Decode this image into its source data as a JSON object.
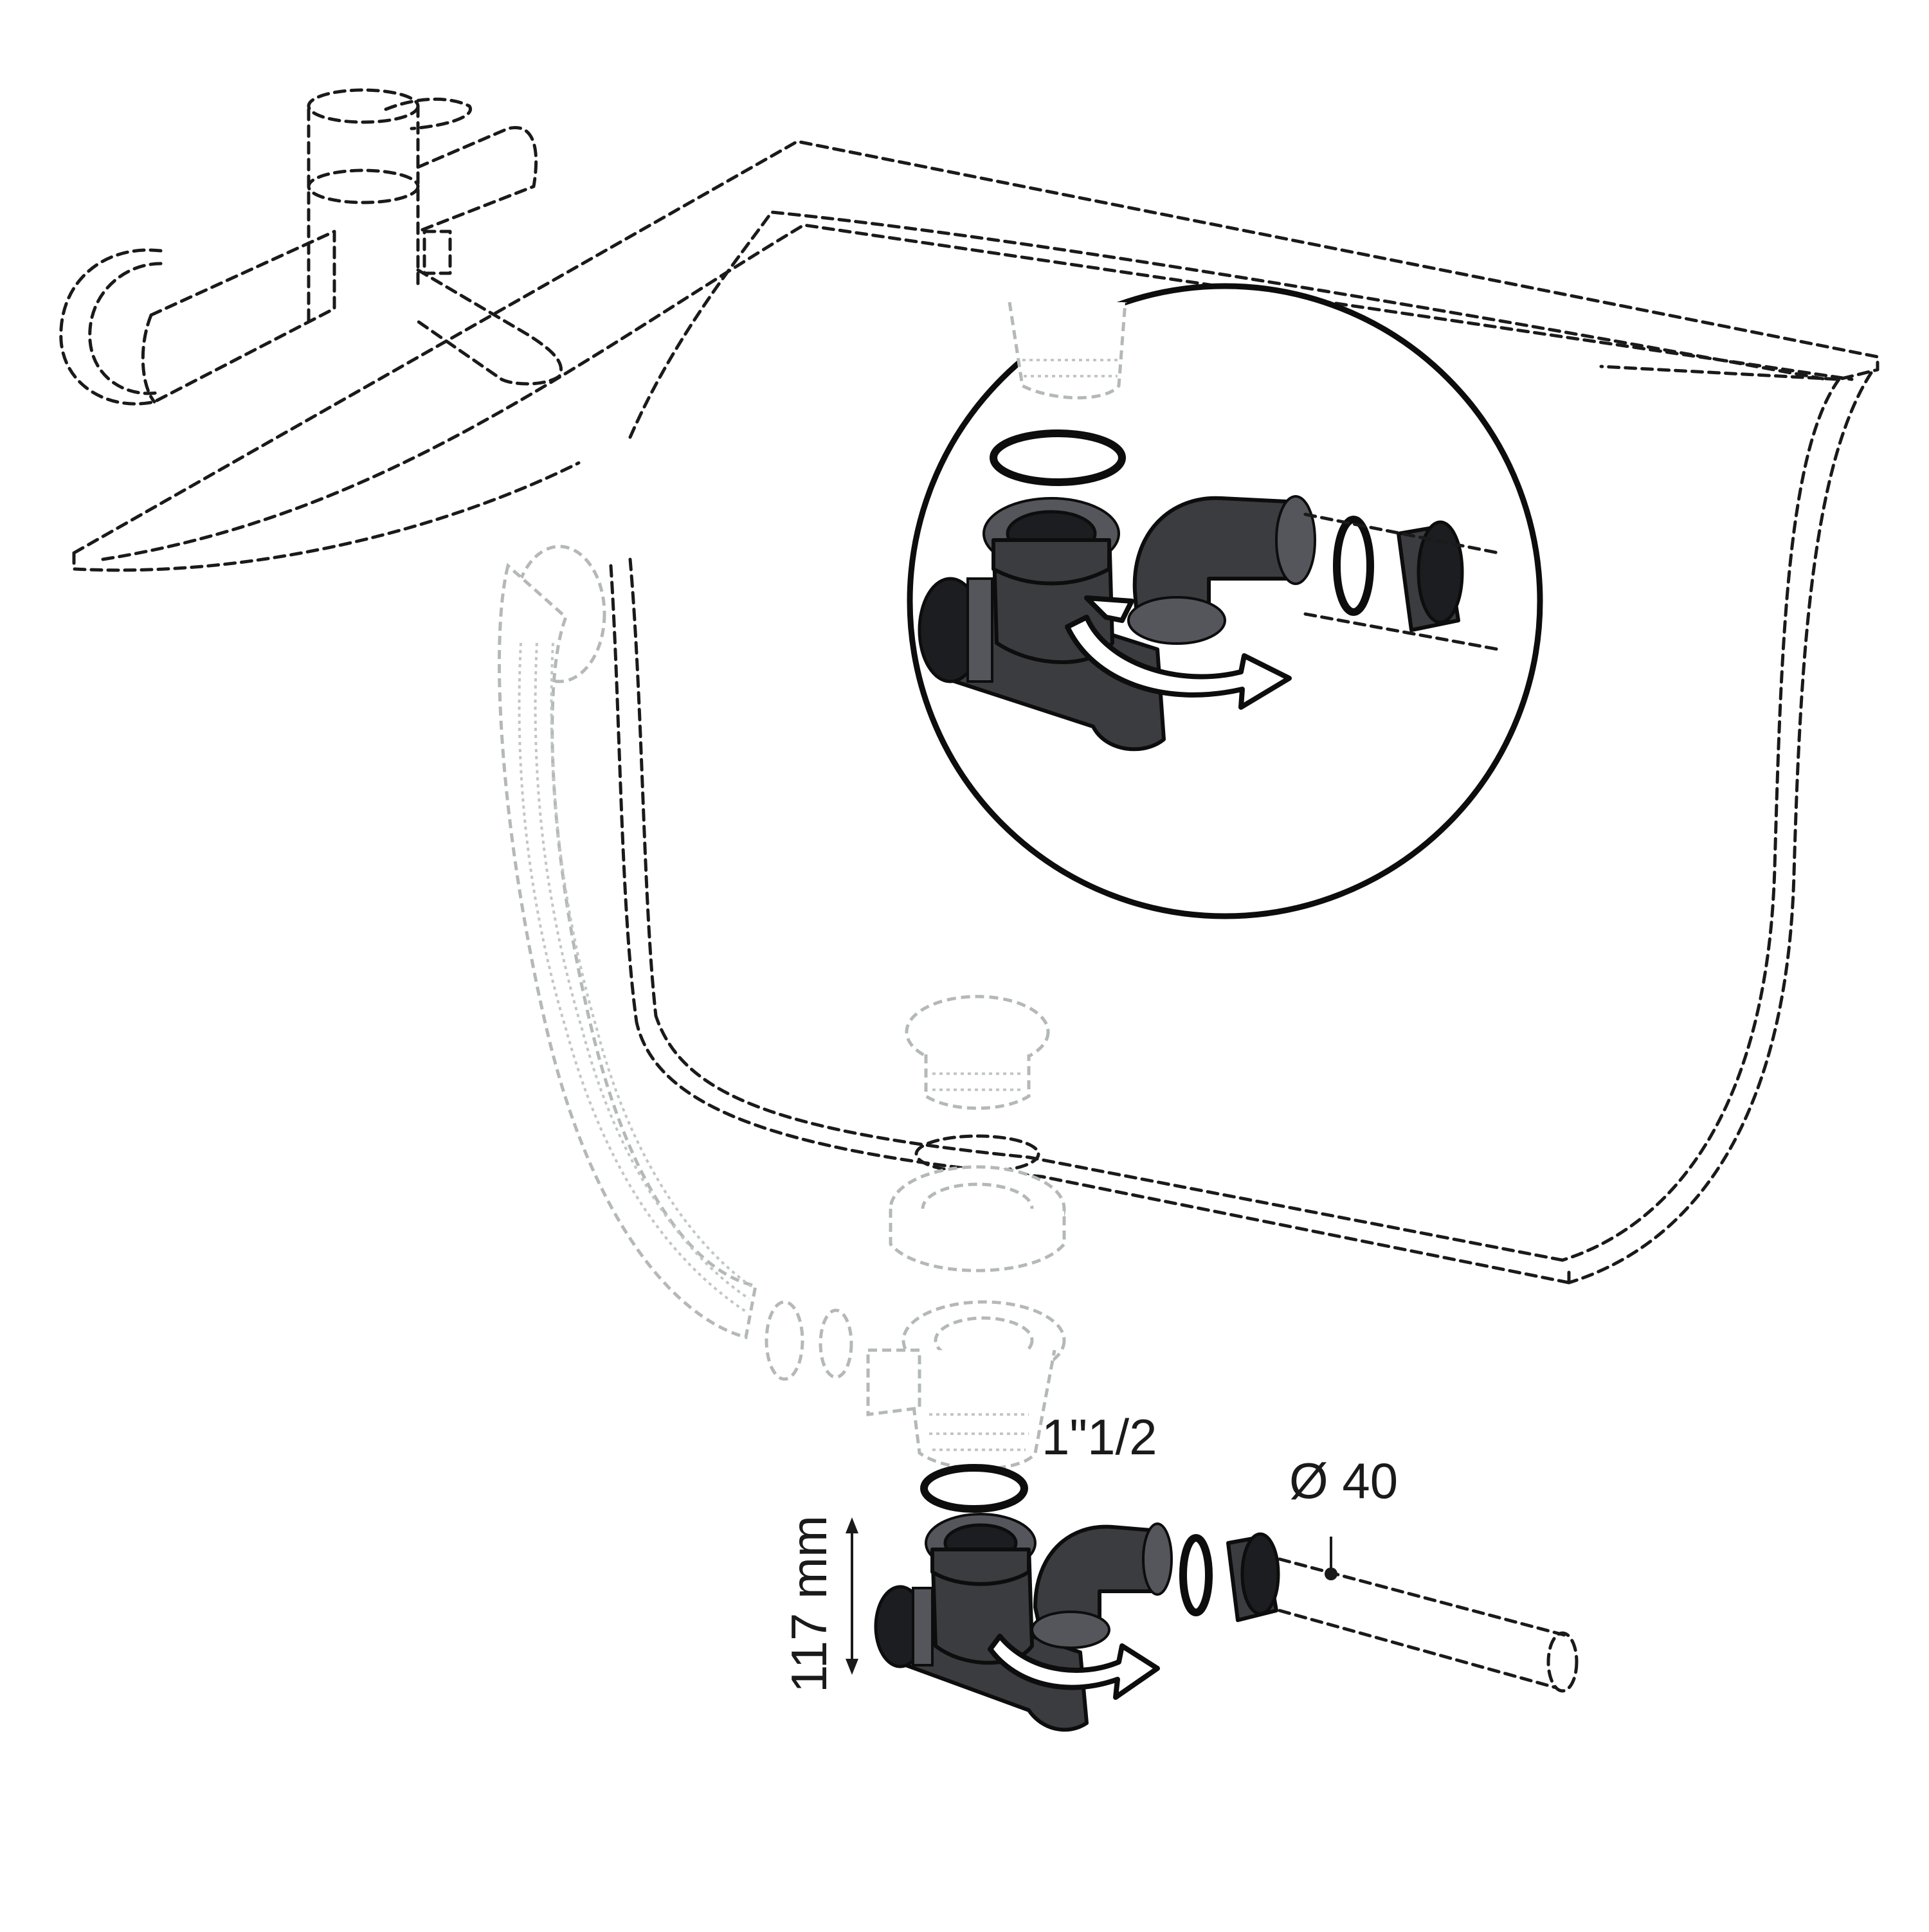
{
  "labels": {
    "thread_size": "1\"1/2",
    "height": "117 mm",
    "pipe_diameter": "Ø 40"
  },
  "colors": {
    "outline": "#1a1a1a",
    "part_fill": "#3b3c40",
    "ghost": "#b4b8b8"
  }
}
